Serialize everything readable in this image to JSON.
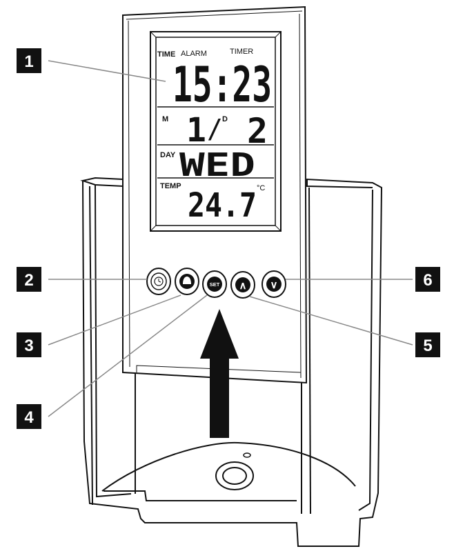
{
  "display": {
    "time_label": "TIME",
    "alarm_label": "ALARM",
    "timer_label": "TIMER",
    "time_value": "15:23",
    "month_label": "M",
    "month_value": "1",
    "slash": "/",
    "day_label": "D",
    "day_value": "2",
    "weekday_label": "DAY",
    "weekday_value": "WED",
    "temp_label": "TEMP",
    "temp_value": "24.7",
    "temp_unit": "°C"
  },
  "buttons": {
    "set_label": "SET",
    "up_glyph": "∧",
    "down_glyph": "∨"
  },
  "callouts": [
    "1",
    "2",
    "3",
    "4",
    "5",
    "6"
  ]
}
